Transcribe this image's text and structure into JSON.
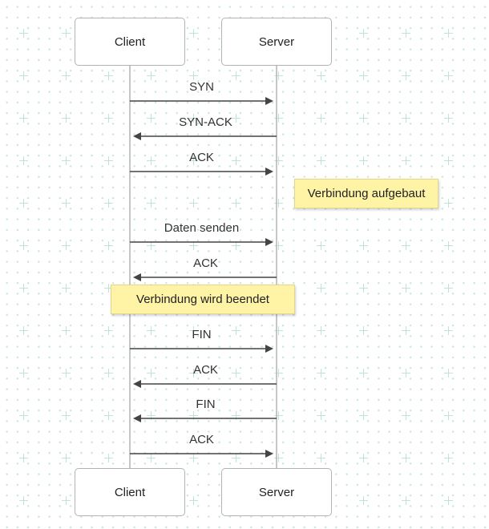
{
  "participants": {
    "client_top": "Client",
    "server_top": "Server",
    "client_bottom": "Client",
    "server_bottom": "Server"
  },
  "messages": [
    {
      "label": "SYN",
      "direction": "client-to-server"
    },
    {
      "label": "SYN-ACK",
      "direction": "server-to-client"
    },
    {
      "label": "ACK",
      "direction": "client-to-server"
    },
    {
      "label": "Daten senden",
      "direction": "client-to-server"
    },
    {
      "label": "ACK",
      "direction": "server-to-client"
    },
    {
      "label": "FIN",
      "direction": "client-to-server"
    },
    {
      "label": "ACK",
      "direction": "server-to-client"
    },
    {
      "label": "FIN",
      "direction": "server-to-client"
    },
    {
      "label": "ACK",
      "direction": "client-to-server"
    }
  ],
  "notes": {
    "connection_established": "Verbindung aufgebaut",
    "connection_closing": "Verbindung wird beendet"
  },
  "colors": {
    "line": "#444444",
    "lifeline": "#b3b3b3",
    "note_fill": "#fff3a6",
    "grid_mark": "#bfe3d4"
  }
}
